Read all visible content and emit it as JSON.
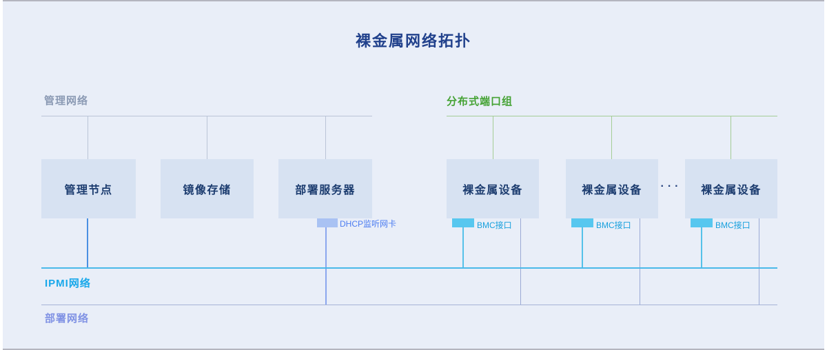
{
  "title": "裸金属网络拓扑",
  "management_network": {
    "label": "管理网络",
    "nodes": [
      "管理节点",
      "镜像存储",
      "部署服务器"
    ],
    "dhcp_nic_label": "DHCP监听网卡"
  },
  "port_group": {
    "label": "分布式端口组",
    "nodes": [
      "裸金属设备",
      "裸金属设备",
      "裸金属设备"
    ],
    "ellipsis": "···",
    "bmc_label": "BMC接口"
  },
  "ipmi_network": {
    "label": "IPMI网络"
  },
  "deploy_network": {
    "label": "部署网络"
  },
  "colors": {
    "background": "#e9eef8",
    "node_fill": "#d7e2f2",
    "node_text": "#1c3c6f",
    "title_text": "#21418c",
    "management_line": "#bac4d6",
    "management_label": "#8b9ab4",
    "port_group_line": "#a4cc95",
    "port_group_label": "#44a233",
    "ipmi_line": "#49b9e9",
    "ipmi_label": "#18a8ea",
    "deploy_line": "#a6b2d6",
    "deploy_label": "#8092e4",
    "dhcp_tab": "#a9c2f3",
    "dhcp_label": "#4c7cf1",
    "bmc_tab": "#57c7ef",
    "bmc_label": "#17a0dd",
    "management_node_link": "#4a90e2"
  }
}
